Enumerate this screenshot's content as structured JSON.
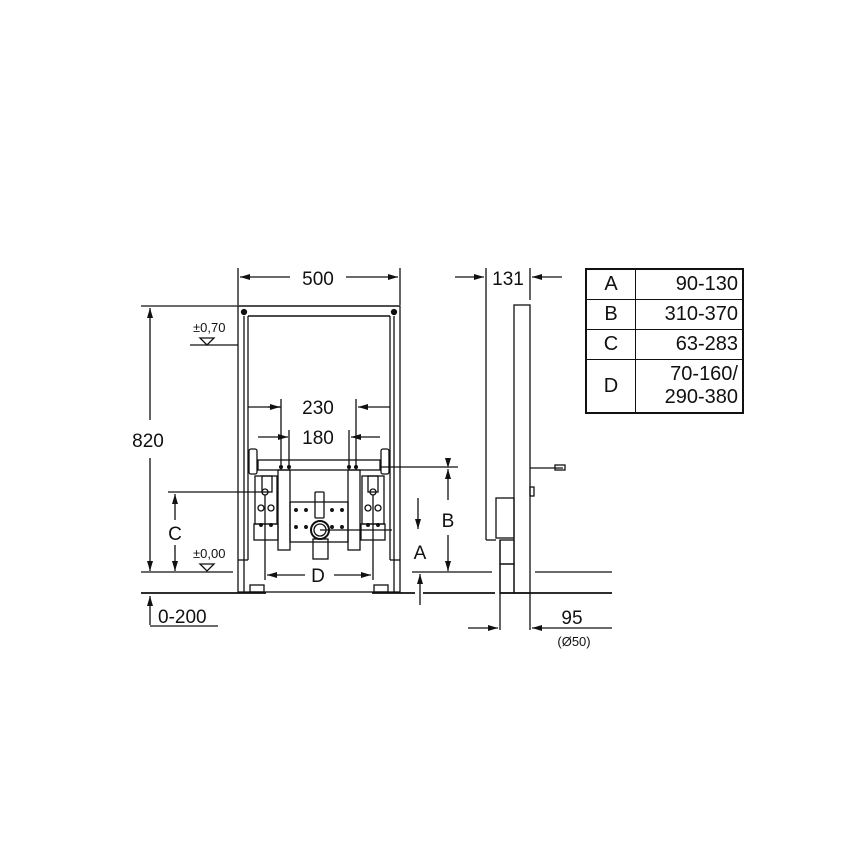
{
  "diagram": {
    "front_view": {
      "width_label": "500",
      "height_label": "820",
      "inner_width_label": "230",
      "inner_width_2_label": "180",
      "level_top_label": "±0,70",
      "level_floor_label": "±0,00",
      "dim_c_label": "C",
      "dim_d_label": "D",
      "dim_a_label": "A",
      "dim_b_label": "B",
      "floor_range_label": "0-200"
    },
    "side_view": {
      "depth_label": "131",
      "pipe_offset_label": "95",
      "pipe_diameter_label": "(Ø50)"
    },
    "dimension_table": {
      "rows": [
        {
          "key": "A",
          "value": "90-130"
        },
        {
          "key": "B",
          "value": "310-370"
        },
        {
          "key": "C",
          "value": "63-283"
        },
        {
          "key": "D",
          "value": "70-160/",
          "value2": "290-380"
        }
      ]
    }
  }
}
